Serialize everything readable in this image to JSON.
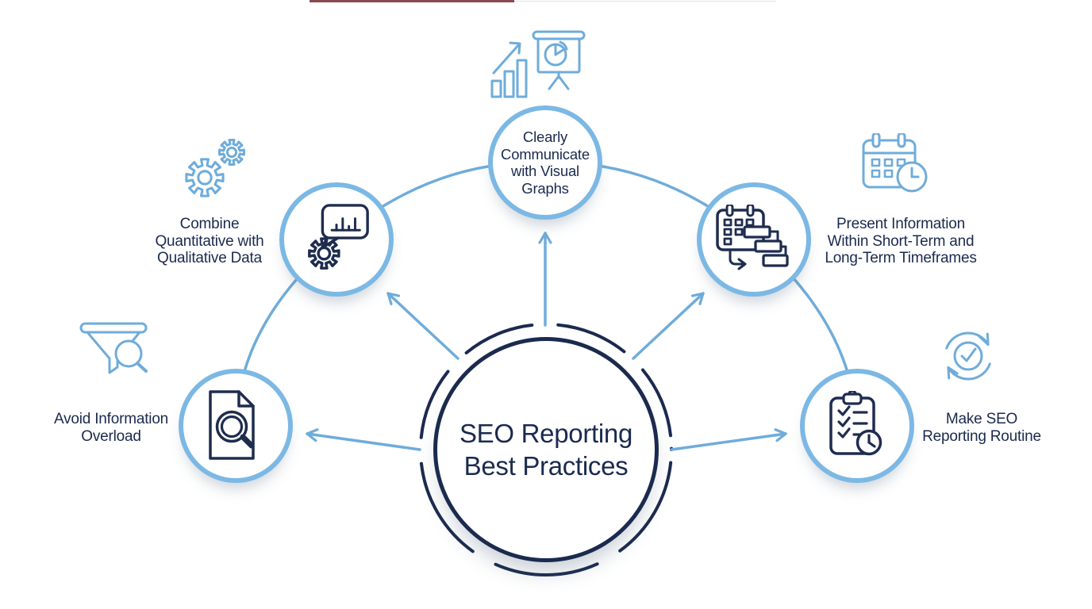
{
  "page": {
    "background": "#ffffff"
  },
  "colors": {
    "accent_blue": "#6FACDA",
    "circle_border_blue": "#7CB8E4",
    "navy": "#1B2A4E"
  },
  "center": {
    "title_lines": [
      "SEO Reporting",
      "Best Practices"
    ]
  },
  "nodes": {
    "top": {
      "text_lines": [
        "Clearly",
        "Communicate",
        "with Visual",
        "Graphs"
      ],
      "decor_icon": "growth-chart-presentation-icon"
    },
    "upper_left": {
      "label_lines": [
        "Combine",
        "Quantitative with",
        "Qualitative Data"
      ],
      "circle_icon": "gear-analytics-bubble-icon",
      "decor_icon": "gears-icon"
    },
    "upper_right": {
      "label_lines": [
        "Present Information",
        "Within Short-Term and",
        "Long-Term Timeframes"
      ],
      "circle_icon": "calendar-timeline-icon",
      "decor_icon": "calendar-clock-icon"
    },
    "lower_left": {
      "label_lines": [
        "Avoid Information",
        "Overload"
      ],
      "circle_icon": "document-magnifier-icon",
      "decor_icon": "funnel-magnifier-icon"
    },
    "lower_right": {
      "label_lines": [
        "Make SEO",
        "Reporting Routine"
      ],
      "circle_icon": "checklist-clock-icon",
      "decor_icon": "refresh-check-icon"
    }
  }
}
